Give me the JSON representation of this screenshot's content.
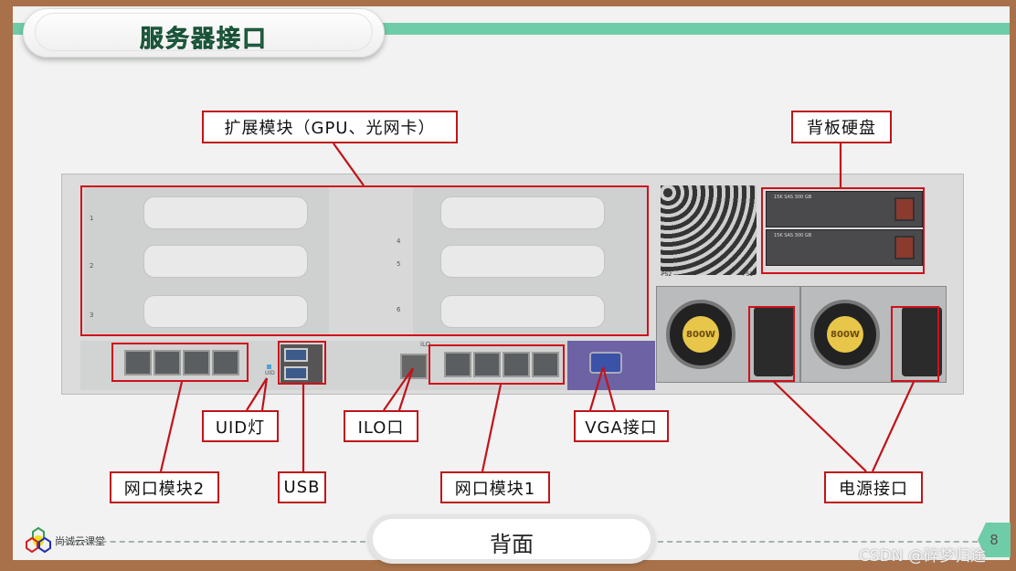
{
  "header": {
    "title": "服务器接口"
  },
  "server": {
    "slot_numbers": [
      "1",
      "2",
      "3",
      "4",
      "5",
      "6"
    ],
    "psu_rating": "800W",
    "ilo_mark": "iLO",
    "uid_mark": "UID",
    "hdd_tag": "15K SAS 300 GB",
    "psu_marks": [
      "PS2",
      "PS1"
    ]
  },
  "callouts": {
    "expansion": "扩展模块（GPU、光网卡）",
    "backplane_disk": "背板硬盘",
    "uid_led": "UID灯",
    "ilo": "ILO口",
    "vga": "VGA接口",
    "network2": "网口模块2",
    "usb": "USB",
    "network1": "网口模块1",
    "power": "电源接口"
  },
  "footer": {
    "logo_text": "尚诚云课堂",
    "section": "背面",
    "page": "8",
    "watermark": "CSDN @碎梦归途"
  },
  "colors": {
    "accent_green": "#6fcca8",
    "callout_red": "#c0141a",
    "wood": "#a8714a"
  }
}
